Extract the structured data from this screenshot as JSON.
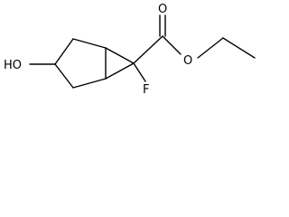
{
  "molecule": {
    "atoms": {
      "hydroxyl": "HO",
      "fluorine": "F",
      "carbonyl_oxygen": "O",
      "ester_oxygen": "O"
    }
  }
}
